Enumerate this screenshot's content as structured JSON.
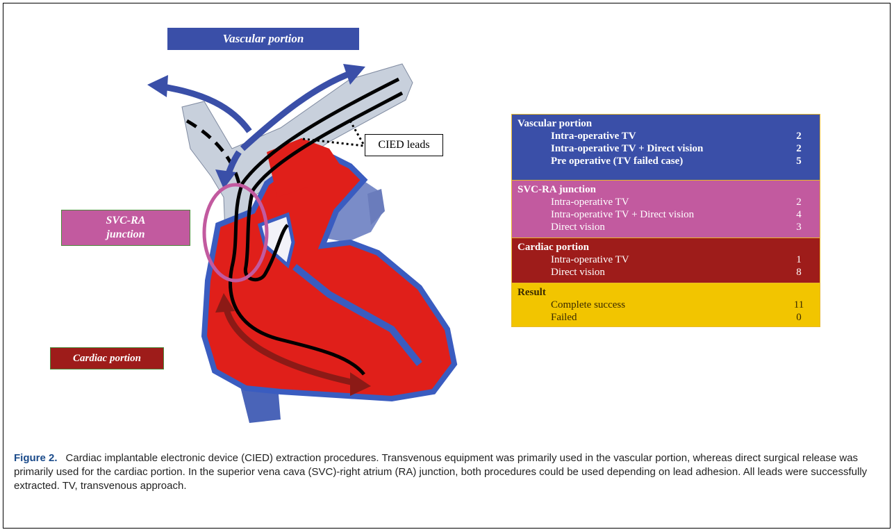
{
  "labels": {
    "vascular": "Vascular portion",
    "svc_line1": "SVC-RA",
    "svc_line2": "junction",
    "cardiac": "Cardiac portion",
    "cied": "CIED leads"
  },
  "table": {
    "groups": [
      {
        "title": "Vascular portion",
        "bold_items": true,
        "color": "#3a4fa8",
        "items": [
          {
            "label": "Intra-operative TV",
            "value": "2"
          },
          {
            "label": "Intra-operative TV + Direct vision",
            "value": "2"
          },
          {
            "label": "Pre operative (TV failed case)",
            "value": "5"
          }
        ]
      },
      {
        "title": "SVC-RA junction",
        "bold_items": false,
        "color": "#c25a9f",
        "items": [
          {
            "label": "Intra-operative TV",
            "value": "2"
          },
          {
            "label": "Intra-operative TV + Direct vision",
            "value": "4"
          },
          {
            "label": "Direct vision",
            "value": "3"
          }
        ]
      },
      {
        "title": "Cardiac portion",
        "bold_items": false,
        "color": "#9e1c1a",
        "items": [
          {
            "label": "Intra-operative TV",
            "value": "1"
          },
          {
            "label": "Direct vision",
            "value": "8"
          }
        ]
      },
      {
        "title": "Result",
        "bold_items": false,
        "color": "#f2c500",
        "items": [
          {
            "label": "Complete success",
            "value": "11"
          },
          {
            "label": "Failed",
            "value": "0"
          }
        ]
      }
    ]
  },
  "caption": {
    "figure_label": "Figure 2.",
    "text": "Cardiac implantable electronic device (CIED) extraction procedures. Transvenous equipment was primarily used in the vascular portion, whereas direct surgical release was primarily used for the cardiac portion. In the superior vena cava (SVC)-right atrium (RA) junction, both procedures could be used depending on lead adhesion. All leads were successfully extracted. TV, transvenous approach."
  }
}
